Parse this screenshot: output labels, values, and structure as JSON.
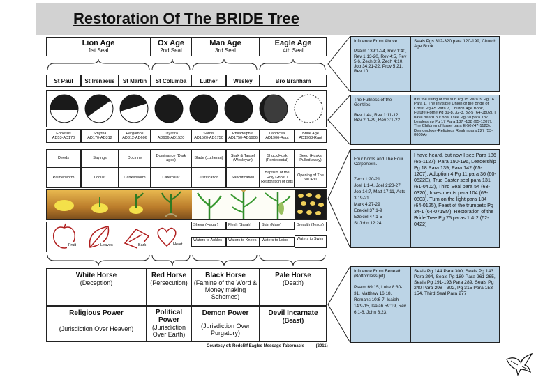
{
  "title": "Restoration Of The BRIDE Tree",
  "ages": [
    {
      "name": "Lion Age",
      "seal": "1st Seal"
    },
    {
      "name": "Ox Age",
      "seal": "2nd Seal"
    },
    {
      "name": "Man Age",
      "seal": "3rd Seal"
    },
    {
      "name": "Eagle Age",
      "seal": "4th Seal"
    }
  ],
  "messengers": [
    "St Paul",
    "St Irenaeus",
    "St Martin",
    "St Columba",
    "Luther",
    "Wesley",
    "Bro Branham"
  ],
  "churches": [
    {
      "name": "Ephesus",
      "dates": "AD53-AD170"
    },
    {
      "name": "Smyrna",
      "dates": "AD170-AD312"
    },
    {
      "name": "Pergamos",
      "dates": "AD312-AD606"
    },
    {
      "name": "Thyatira",
      "dates": "AD606-AD1520"
    },
    {
      "name": "Sardis",
      "dates": "AD1520-AD1750"
    },
    {
      "name": "Philadelphia",
      "dates": "AD1750-AD1906"
    },
    {
      "name": "Laodicea",
      "dates": "AD1906-Rapt"
    },
    {
      "name": "Bride Age",
      "dates": "AD1963-Rapt"
    }
  ],
  "stages": [
    "Deeds",
    "Sayings",
    "Doctrine",
    "Dominance (Dark ages)",
    "Blade (Lutheran)",
    "Stalk & Tassel (Wesleyan)",
    "Shuck/Husk (Pentecostal)",
    "Seed (Husks Pulled away)"
  ],
  "worms": [
    "Palmerworm",
    "Locust",
    "Cankerworm",
    "Caterpillar",
    "Justification",
    "Sanctification",
    "Baptism of the Holy Ghost / Restoration of gifts",
    "Opening of The WORD"
  ],
  "fruit_labels": [
    "Fruit",
    "Leaves",
    "Bark",
    "Heart",
    "Sheva (Hagar)",
    "Flesh (Sarah)",
    "Skin (Mary)",
    "Breadth (Jesus)"
  ],
  "waters": [
    "Waters to Ankles",
    "Waters to Knees",
    "Waters to Loins",
    "Waters to Swim"
  ],
  "horses": [
    {
      "name": "White Horse",
      "desc": "(Deception)"
    },
    {
      "name": "Red Horse",
      "desc": "(Persecution)"
    },
    {
      "name": "Black Horse",
      "desc": "(Famine of the Word & Money making Schemes)"
    },
    {
      "name": "Pale Horse",
      "desc": "(Death)"
    }
  ],
  "powers": [
    {
      "name": "Religious Power",
      "desc": "(Jurisdiction Over Heaven)"
    },
    {
      "name": "Political Power",
      "desc": "(Jurisdiction Over Earth)"
    },
    {
      "name": "Demon Power",
      "desc": "(Jurisdiction Over Purgatory)"
    },
    {
      "name": "Devil Incarnate",
      "desc": "(Beast)"
    }
  ],
  "credit": "Courtesy of: Redcliff Eagles Message Tabernacle          (2011)",
  "sidebar": [
    {
      "left_title": "Influence From Above",
      "left_body": "Psalm 139:1-24, Rev 1:40, Rev 1:13-20, Rev 4:5, Rev 5:6, Zech 3:9, Zech 4:10, Job 34:21-22, Prov 5:21, Rev 10.",
      "right": "Seals Pgs 312-320 para 120-199, Church Age Book"
    },
    {
      "left_title": "The Fullness of the Gentiles.",
      "left_body": "Rev 1:4a, Rev 1:11-12, Rev 2:1-29, Rev 3:1-22",
      "right": "It is the rising of the sun Pg 15 Para 3, Pg 16 Para 1, The Invisible Union of the Bride of Christ Pg 45 Para 7, Church Age Book, Future Home Pg 31-8, 32-3, 32-5 (64-0802), I have heard but now I see Pg 30 para 187, Leadership Pg 17 Para 137 -138 (65-1207), The Children of Israel para E-50 (47-1123), Demonology-Religious Realm para 227 (53-0609A)"
    },
    {
      "left_title": "Four horns and The Four Carpenters.",
      "left_body": "Zech 1:20-21\nJoel 1:1-4, Joel 2:23-27\nJob 14:7, Matt 17:11, Acts 3:19-21\nMark 4:27-29\nEzekiel 37:1-9\nEzekiel 47:1-5\nSt John 12:24",
      "right": "I have heard, but now I see Para 186 (65-1127), Para 190-196, Leadership Pg 18 Para 139, Para 142 (65-1207), Adoption 4 Pg 11 para 36 (60-0522E), True Easter seal para 131 (61-0402), Third Seal para 54 (63-0320), Investments para 104 (63-0803), Turn on the light para 134 (64-0125), Feast of the trumpets Pg 34-1 (64-0719M), Restoration of the Bride Tree Pg 75 paras 1 & 2 (62-0422)"
    },
    {
      "left_title": "Influence From Beneath (Bottomless pit)",
      "left_body": "Psalm 69:15, Luke 8:30-31, Matthew 16:18, Romans 10:6-7, Isaiah 14:9-15, Isaiah 59:19, Rev 6:1-8, John 8:23.",
      "right": "Seals Pg 144 Para 300, Seals Pg 143 Para 294, Seals Pg 189 Para 261-265, Seals Pg 191-193 Para 289, Seals Pg 240 Para 298 - 302, Pg 315 Para 153-154, Third Seal Para 277"
    }
  ]
}
